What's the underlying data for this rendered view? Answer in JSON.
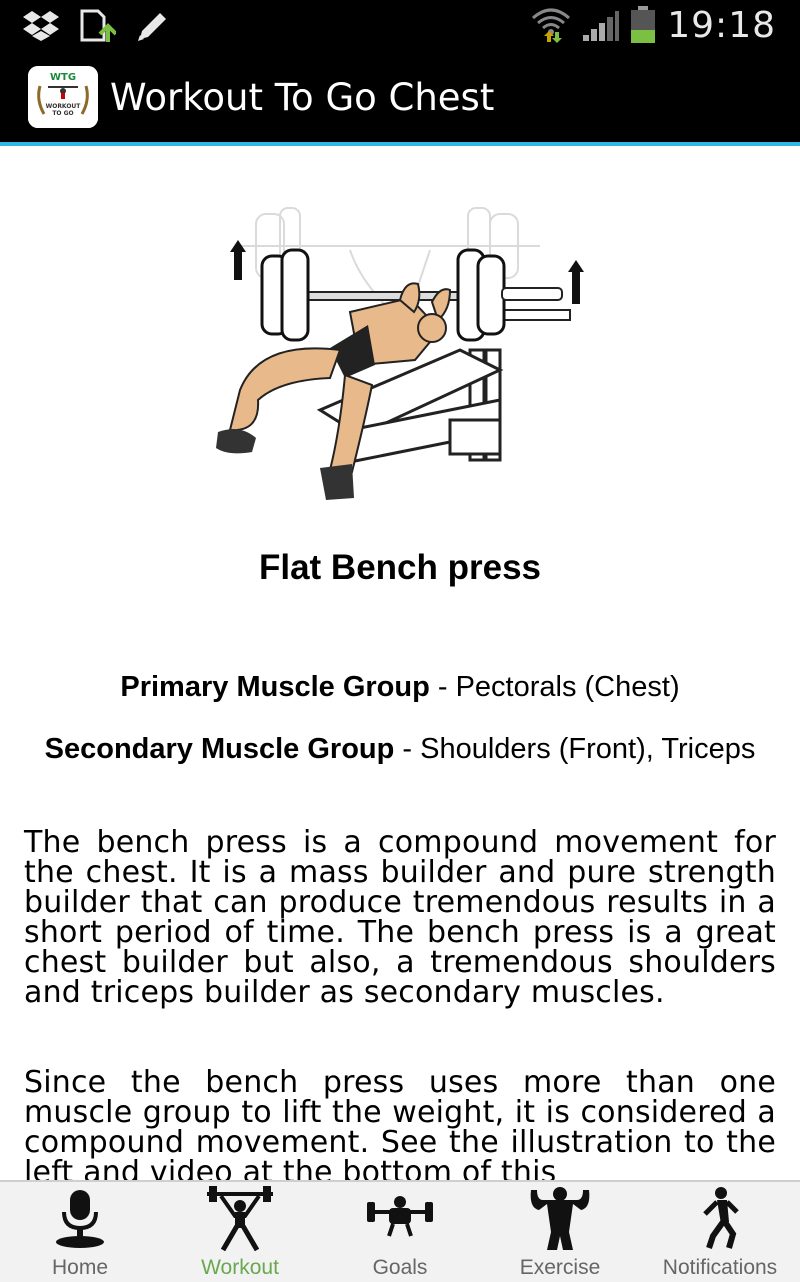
{
  "status_bar": {
    "time": "19:18",
    "icons": [
      "dropbox-icon",
      "file-upload-icon",
      "edit-icon",
      "wifi-icon",
      "signal-icon",
      "battery-icon"
    ]
  },
  "action_bar": {
    "title": "Workout To Go Chest",
    "logo_text_top": "WTG",
    "logo_text_mid": "WORKOUT TO GO"
  },
  "exercise": {
    "title": "Flat Bench press",
    "primary_label": "Primary Muscle Group",
    "primary_value": " - Pectorals (Chest)",
    "secondary_label": "Secondary Muscle Group",
    "secondary_value": " - Shoulders (Front), Triceps",
    "paragraph1": "The bench press is a compound movement for the chest. It is a mass builder and pure strength builder that can produce tremendous results in a short period of time. The bench press is a great chest builder but also, a tremendous shoulders and triceps builder as secondary muscles.",
    "paragraph2": "Since the bench press uses more than one muscle group to lift the weight, it is considered a compound movement. See the illustration to the left and video at the bottom of this"
  },
  "bottom_nav": {
    "items": [
      {
        "label": "Home",
        "icon": "microphone-icon"
      },
      {
        "label": "Workout",
        "icon": "weightlifter-icon"
      },
      {
        "label": "Goals",
        "icon": "bench-press-icon"
      },
      {
        "label": "Exercise",
        "icon": "muscle-man-icon"
      },
      {
        "label": "Notifications",
        "icon": "runner-icon"
      }
    ],
    "active_index": 1
  },
  "colors": {
    "accent_line": "#33b5e5",
    "active_tab": "#6aa84f",
    "inactive_tab": "#666666"
  }
}
